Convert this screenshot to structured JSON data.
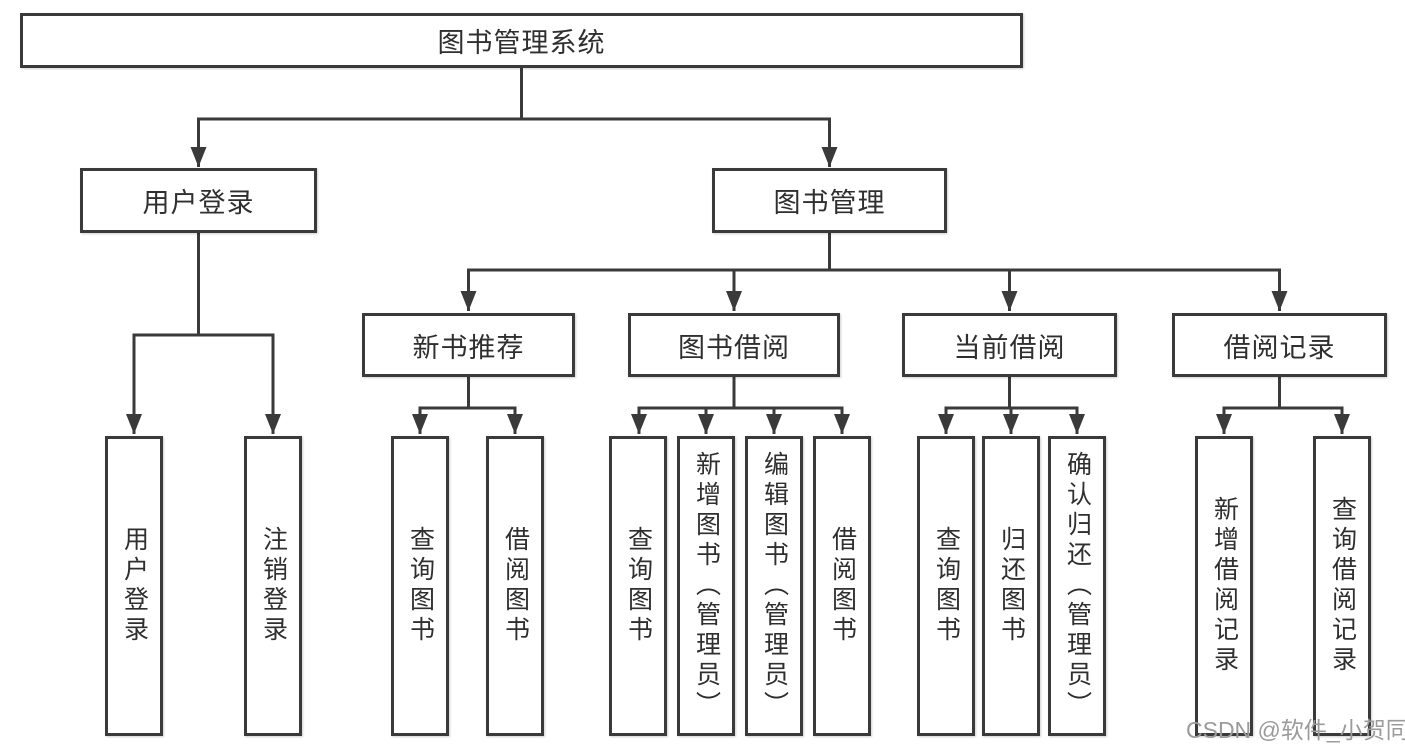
{
  "diagram": {
    "root": {
      "label": "图书管理系统"
    },
    "branches": [
      {
        "label": "用户登录",
        "leaves": [
          "用户登录",
          "注销登录"
        ]
      },
      {
        "label": "图书管理",
        "groups": [
          {
            "label": "新书推荐",
            "leaves": [
              "查询图书",
              "借阅图书"
            ]
          },
          {
            "label": "图书借阅",
            "leaves": [
              "查询图书",
              "新增图书（管理员）",
              "编辑图书（管理员）",
              "借阅图书"
            ]
          },
          {
            "label": "当前借阅",
            "leaves": [
              "查询图书",
              "归还图书",
              "确认归还（管理员）"
            ]
          },
          {
            "label": "借阅记录",
            "leaves": [
              "新增借阅记录",
              "查询借阅记录"
            ]
          }
        ]
      }
    ]
  },
  "watermark": {
    "text": "CSDN @软件_小贺同学"
  },
  "colors": {
    "line": "#3a3a3a",
    "text": "#2f2f2f",
    "watermark": "#9b9b9b",
    "background": "#ffffff"
  }
}
